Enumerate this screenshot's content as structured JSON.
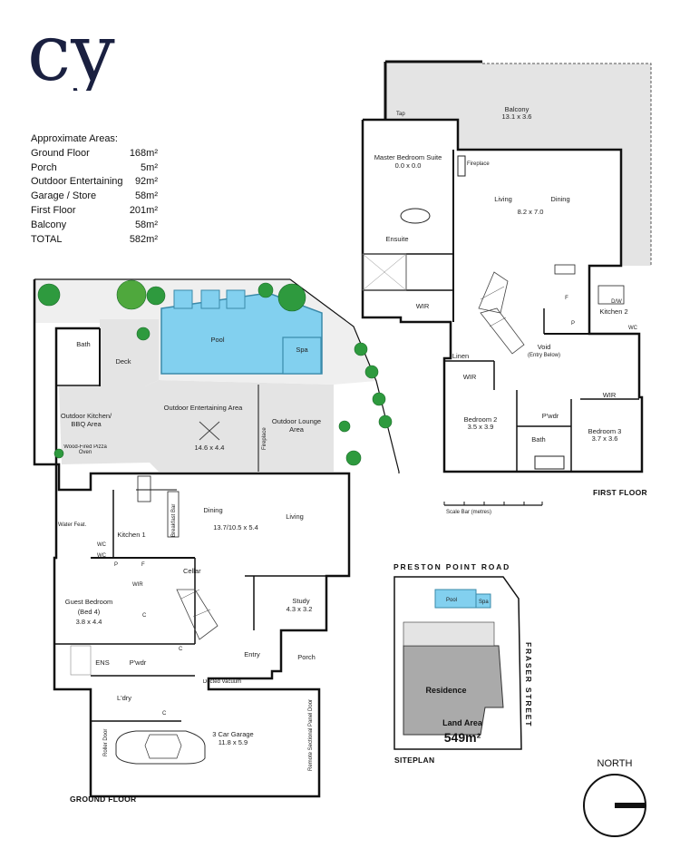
{
  "brand": {
    "logo_text": "cy"
  },
  "areas": {
    "heading": "Approximate Areas:",
    "rows": [
      {
        "label": "Ground Floor",
        "value": "168m²"
      },
      {
        "label": "Porch",
        "value": "5m²"
      },
      {
        "label": "Outdoor Entertaining",
        "value": "92m²"
      },
      {
        "label": "Garage / Store",
        "value": "58m²"
      },
      {
        "label": "First Floor",
        "value": "201m²"
      },
      {
        "label": "Balcony",
        "value": "58m²"
      },
      {
        "label": "TOTAL",
        "value": "582m²"
      }
    ]
  },
  "first_floor": {
    "caption": "FIRST FLOOR",
    "balcony": "Balcony",
    "balcony_dim": "13.1 x 3.6",
    "tap": "Tap",
    "master": "Master Bedroom Suite",
    "master_dim": "0.0 x 0.0",
    "fireplace": "Fireplace",
    "living": "Living",
    "dining": "Dining",
    "living_dim": "8.2 x 7.0",
    "ensuite": "Ensuite",
    "wir1": "WIR",
    "kitchen2": "Kitchen 2",
    "dw": "D/W",
    "void": "Void",
    "void_sub": "(Entry Below)",
    "linen": "Linen",
    "wir2": "WIR",
    "wir3": "WIR",
    "bed2": "Bedroom 2",
    "bed2_dim": "3.5 x 3.9",
    "pwdr": "P'wdr",
    "bath": "Bath",
    "bed3": "Bedroom 3",
    "bed3_dim": "3.7 x 3.6",
    "scale": "Scale Bar (metres)",
    "p": "P",
    "f": "F",
    "wc": "WC"
  },
  "ground_floor": {
    "caption": "GROUND FLOOR",
    "pool": "Pool",
    "spa": "Spa",
    "deck": "Deck",
    "bath": "Bath",
    "outdoor_ent": "Outdoor Entertaining Area",
    "outdoor_ent_dim": "14.6 x 4.4",
    "outdoor_kitchen": "Outdoor Kitchen/ BBQ Area",
    "pizza": "Wood-Fired Pizza Oven",
    "fireplace": "Fireplace",
    "lounge": "Outdoor Lounge Area",
    "dining": "Dining",
    "dining_dim": "13.7/10.5 x 5.4",
    "living": "Living",
    "breakfast": "Breakfast Bar",
    "kitchen1": "Kitchen 1",
    "water": "Water Feat.",
    "wc": "WC",
    "p": "P",
    "f": "F",
    "c": "C",
    "wir": "WIR",
    "cellar": "Cellar",
    "guest": "Guest Bedroom",
    "guest_sub": "(Bed 4)",
    "guest_dim": "3.8 x 4.4",
    "study": "Study",
    "study_dim": "4.3 x 3.2",
    "entry": "Entry",
    "porch": "Porch",
    "ens": "ENS",
    "pwdr": "P'wdr",
    "ldry": "L'dry",
    "ducted": "Ducted Vacuum",
    "garage": "3 Car Garage",
    "garage_dim": "11.8 x 5.9",
    "roller": "Roller Door",
    "remote": "Remote Sectional Panel Door"
  },
  "siteplan": {
    "road": "PRESTON POINT ROAD",
    "street": "FRASER STREET",
    "pool": "Pool",
    "spa": "Spa",
    "residence": "Residence",
    "land_area": "Land Area",
    "land_value": "549m²",
    "caption": "SITEPLAN"
  },
  "compass": {
    "label": "NORTH"
  },
  "colors": {
    "pool": "#82d0ef",
    "outdoor": "#e4e4e4",
    "building": "#aaaaaa",
    "tree": "#2e9a3e",
    "ink": "#111111",
    "logo": "#1a2040"
  }
}
